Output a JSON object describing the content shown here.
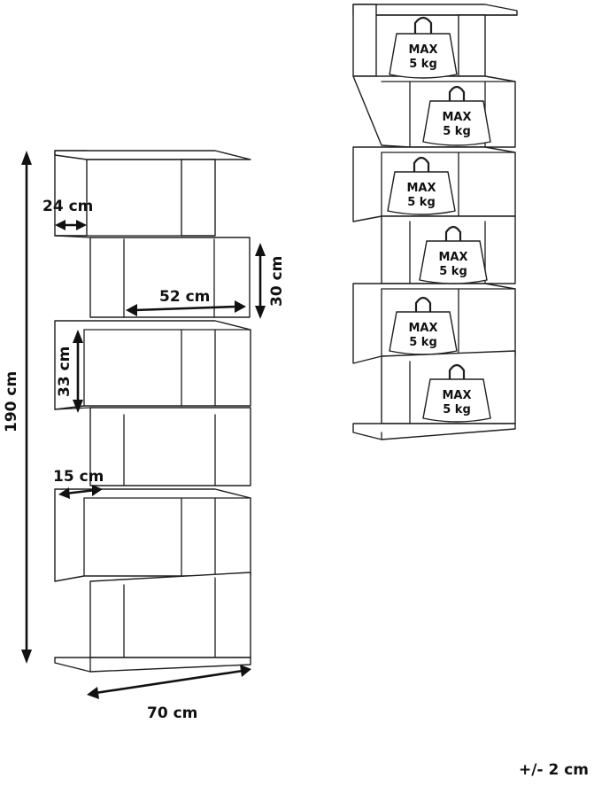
{
  "diagram": {
    "dimensions": {
      "total_height": "190 cm",
      "total_width": "70 cm",
      "side_depth": "24 cm",
      "inner_width": "52 cm",
      "upper_shelf_height": "30 cm",
      "lower_shelf_height": "33 cm",
      "shelf_depth": "15 cm"
    },
    "weight_limit": {
      "line1": "MAX",
      "line2": "5 kg",
      "count": 6
    },
    "tolerance": "+/- 2 cm"
  }
}
